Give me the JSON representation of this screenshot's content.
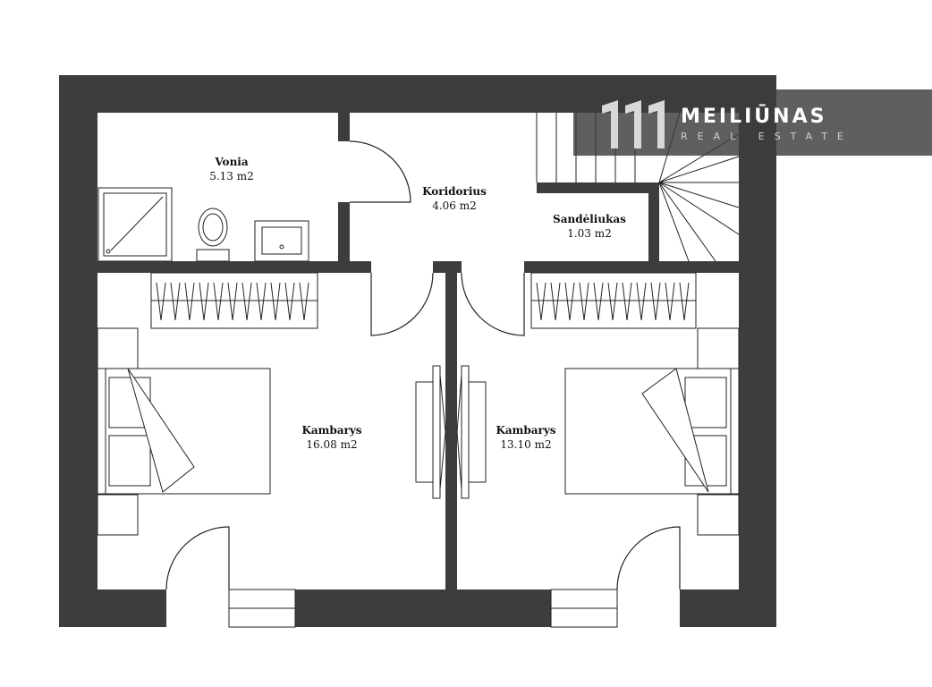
{
  "rooms": {
    "vonia": {
      "name": "Vonia",
      "area": "5.13 m2"
    },
    "koridorius": {
      "name": "Koridorius",
      "area": "4.06 m2"
    },
    "sandeliukas": {
      "name": "Sandėliukas",
      "area": "1.03 m2"
    },
    "kambarys_left": {
      "name": "Kambarys",
      "area": "16.08 m2"
    },
    "kambarys_right": {
      "name": "Kambarys",
      "area": "13.10 m2"
    }
  },
  "logo": {
    "brand": "MEILIŪNAS",
    "tagline": "REAL ESTATE"
  },
  "colors": {
    "wall": "#3d3d3d",
    "line": "#222222",
    "logo_bg": "#3c3c3c"
  }
}
